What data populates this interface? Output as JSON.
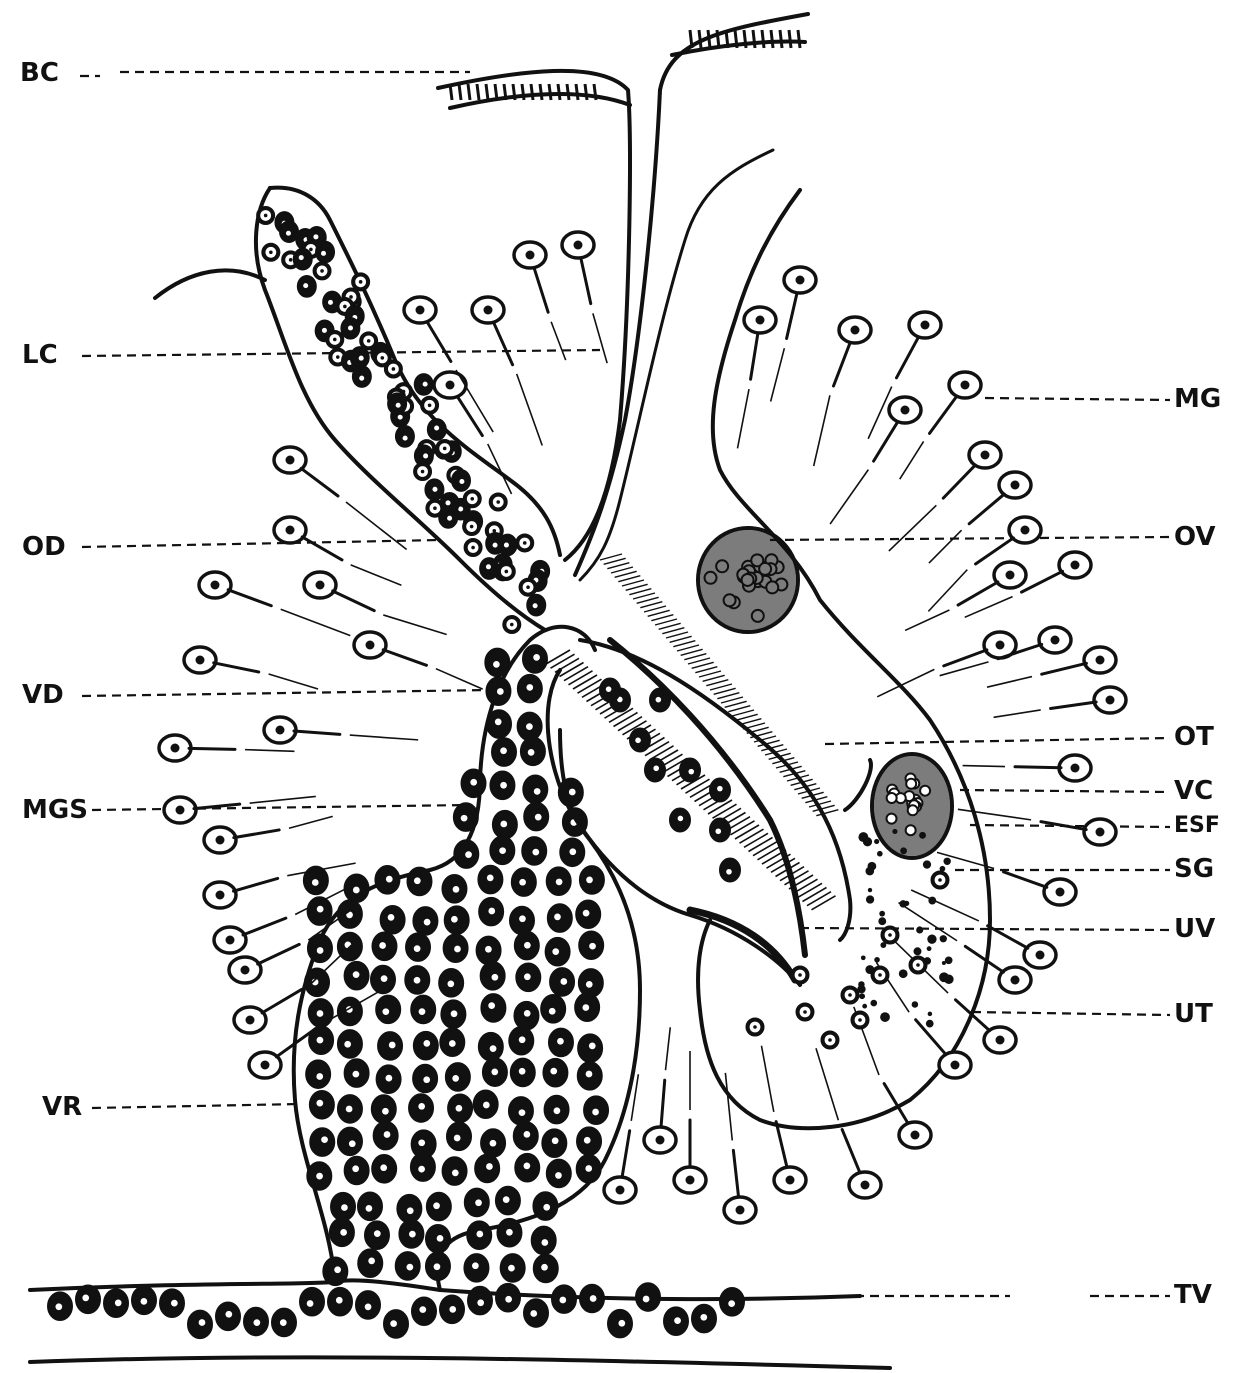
{
  "labels": {
    "bc": "BC",
    "lc": "LC",
    "od": "OD",
    "vd": "VD",
    "mgs": "MGS",
    "vr": "VR",
    "mg": "MG",
    "ov": "OV",
    "ot": "OT",
    "vc": "VC",
    "esf": "ESF",
    "sg": "SG",
    "uv": "UV",
    "ut": "UT",
    "tv": "TV"
  },
  "colors": {
    "ink": "#111111",
    "paper": "#ffffff"
  }
}
